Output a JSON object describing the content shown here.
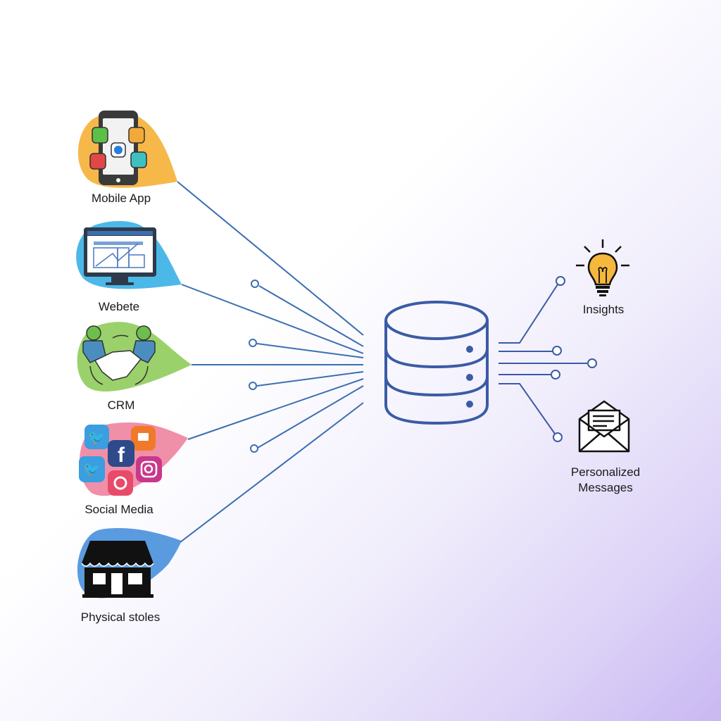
{
  "diagram": {
    "sources": [
      {
        "id": "mobile-app",
        "label": "Mobile App",
        "icon": "smartphone-apps-icon",
        "blob_color": "#f7b84a"
      },
      {
        "id": "website",
        "label": "Webete",
        "icon": "monitor-chart-icon",
        "blob_color": "#4cb8e8"
      },
      {
        "id": "crm",
        "label": "CRM",
        "icon": "handshake-icon",
        "blob_color": "#9bd16a"
      },
      {
        "id": "social-media",
        "label": "Social Media",
        "icon": "social-media-icons",
        "blob_color": "#f08fa8"
      },
      {
        "id": "physical-stores",
        "label": "Physical stoles",
        "icon": "storefront-icon",
        "blob_color": "#5a9be0"
      }
    ],
    "hub": {
      "id": "database",
      "icon": "database-icon",
      "color": "#3b5ba5"
    },
    "outputs": [
      {
        "id": "insights",
        "label": "Insights",
        "icon": "lightbulb-icon"
      },
      {
        "id": "personalized-messages",
        "label": "Personalized Messages",
        "icon": "envelope-icon"
      }
    ],
    "connector_color": "#3a6fb0",
    "output_connector_color": "#3b5ba5"
  }
}
